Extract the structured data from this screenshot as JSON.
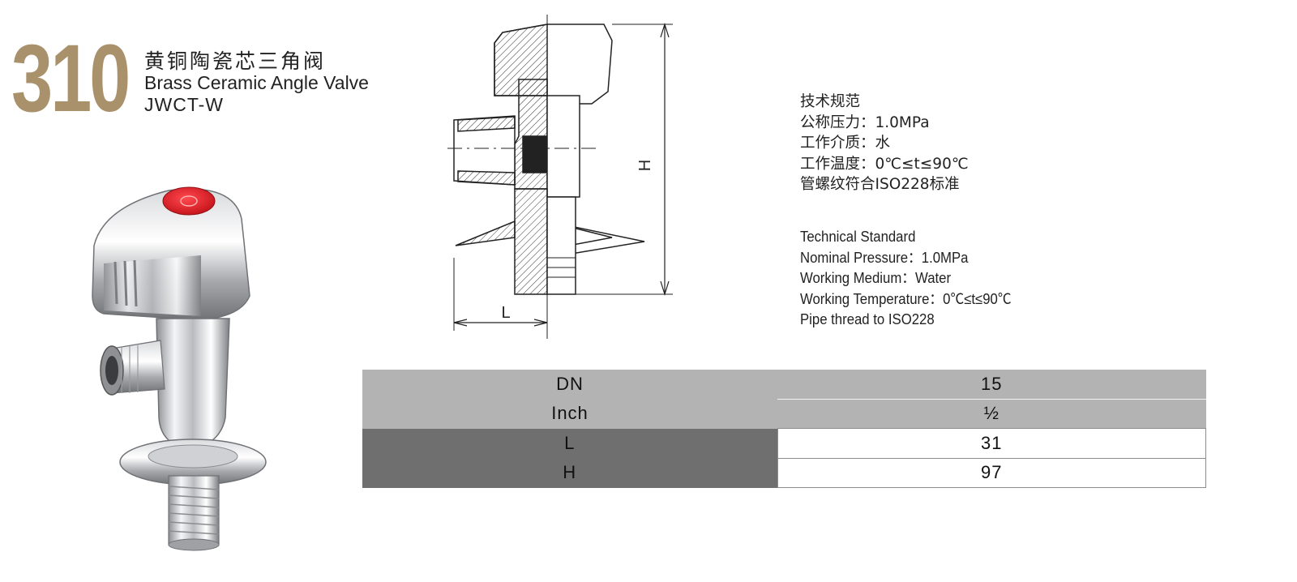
{
  "header": {
    "model_number": "310",
    "title_cn": "黄铜陶瓷芯三角阀",
    "title_en": "Brass Ceramic Angle Valve",
    "model_code": "JWCT-W"
  },
  "drawing": {
    "dimension_h": "H",
    "dimension_l": "L"
  },
  "spec_cn": [
    "技术规范",
    "公称压力：1.0MPa",
    "工作介质：水",
    "工作温度：0℃≤t≤90℃",
    "管螺纹符合ISO228标准"
  ],
  "spec_en": [
    "Technical Standard",
    "Nominal Pressure：1.0MPa",
    "Working Medium：Water",
    "Working Temperature：0℃≤t≤90℃",
    "Pipe thread to ISO228"
  ],
  "table": {
    "rows": [
      {
        "label": "DN",
        "value": "15"
      },
      {
        "label": "Inch",
        "value": "½"
      },
      {
        "label": "L",
        "value": "31"
      },
      {
        "label": "H",
        "value": "97"
      }
    ]
  },
  "colors": {
    "model_number": "#a8916b",
    "handle_cap": "#e21d24",
    "table_light": "#b3b3b3",
    "table_dark": "#6f6f6f"
  }
}
